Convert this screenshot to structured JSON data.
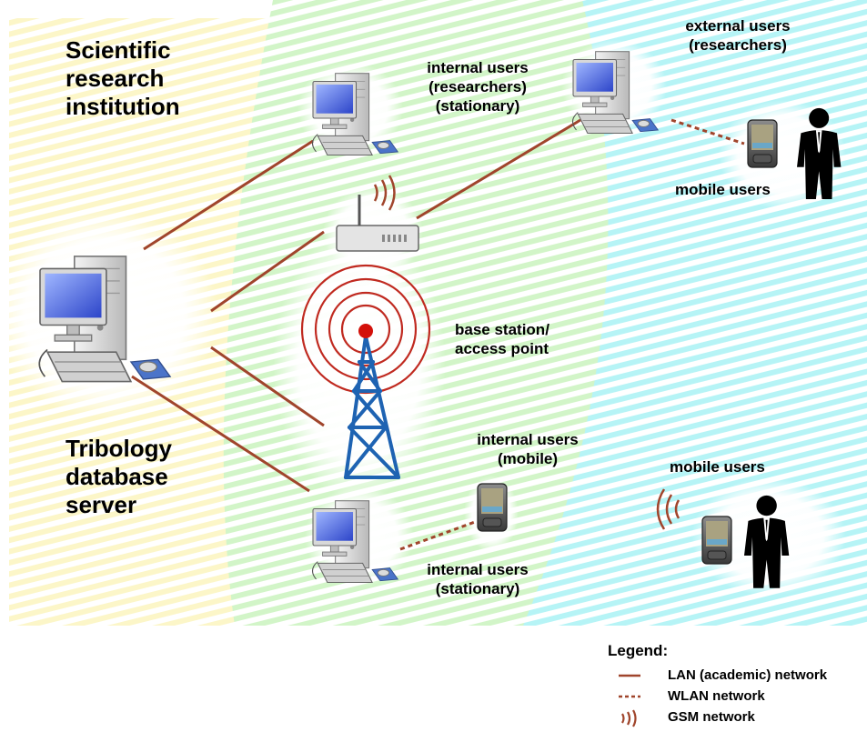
{
  "labels": {
    "institution": [
      "Scientific",
      "research",
      "institution"
    ],
    "server": [
      "Tribology",
      "database",
      "server"
    ],
    "internal_stationary_top": [
      "internal users",
      "(researchers)",
      "(stationary)"
    ],
    "external": [
      "external users",
      "(researchers)"
    ],
    "mobile_top": "mobile users",
    "base_station": [
      "base station/",
      "access point"
    ],
    "internal_mobile": [
      "internal users",
      "(mobile)"
    ],
    "internal_stationary_bottom": [
      "internal users",
      "(stationary)"
    ],
    "mobile_bottom": "mobile users"
  },
  "legend": {
    "title": "Legend:",
    "items": [
      {
        "label": "LAN (academic) network",
        "style": "solid"
      },
      {
        "label": "WLAN network",
        "style": "dashed"
      },
      {
        "label": "GSM network",
        "style": "waves"
      }
    ]
  },
  "colors": {
    "link": "#a0452c",
    "zone_institution": "#fcf6c8",
    "zone_internal": "#d2f5c8",
    "zone_external": "#b6f4f6",
    "tower": "#1e63b2",
    "signal": "#c02a20"
  },
  "icons": {
    "workstation": "desktop-computer-icon",
    "pda": "pda-icon",
    "person": "person-icon",
    "router": "router-icon",
    "tower": "antenna-tower-icon"
  }
}
